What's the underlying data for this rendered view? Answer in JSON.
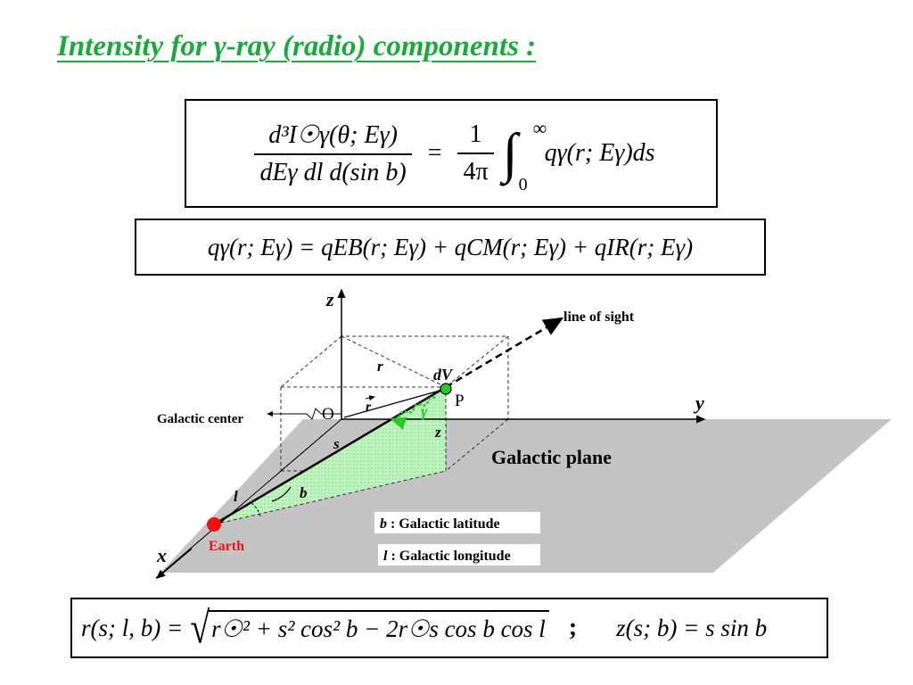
{
  "title": {
    "prefix": "Intensity for ",
    "gamma": "γ",
    "suffix": "-ray (radio)  components :"
  },
  "eq1": {
    "num": "d³I☉γ(θ; Eγ)",
    "den": "dEγ dl d(sin b)",
    "equals": "=",
    "coef_num": "1",
    "coef_den": "4π",
    "integral": "∫",
    "upper": "∞",
    "lower": "0",
    "integrand": "qγ(r; Eγ)ds"
  },
  "eq2": {
    "text": "qγ(r; Eγ) = qEB(r; Eγ) + qCM(r; Eγ) + qIR(r; Eγ)"
  },
  "eq3": {
    "lhs": "r(s; l, b) =",
    "radicand": "r☉² + s² cos² b − 2r☉s cos b cos l",
    "sep": ";",
    "rhs": "z(s; b) = s sin b"
  },
  "diagram": {
    "axis_z": "z",
    "axis_y": "y",
    "axis_x": "x",
    "line_of_sight": "line of sight",
    "galactic_center": "Galactic center",
    "origin": "O",
    "point": "P",
    "volume": "dV",
    "r_label": "r",
    "r_vec_label": "r",
    "s_label": "s",
    "z_label": "z",
    "gamma_label": "γ",
    "l_label": "l",
    "b_label": "b",
    "earth": "Earth",
    "plane": "Galactic plane",
    "legend_b_sym": "b",
    "legend_b_text": " : Galactic latitude",
    "legend_l_sym": "l",
    "legend_l_text": " : Galactic longitude"
  },
  "colors": {
    "title": "#1aaa3c",
    "plane": "#c4c4c4",
    "shading": "#b8f0b8",
    "earth": "#ee1111",
    "photon": "#22cc22"
  }
}
